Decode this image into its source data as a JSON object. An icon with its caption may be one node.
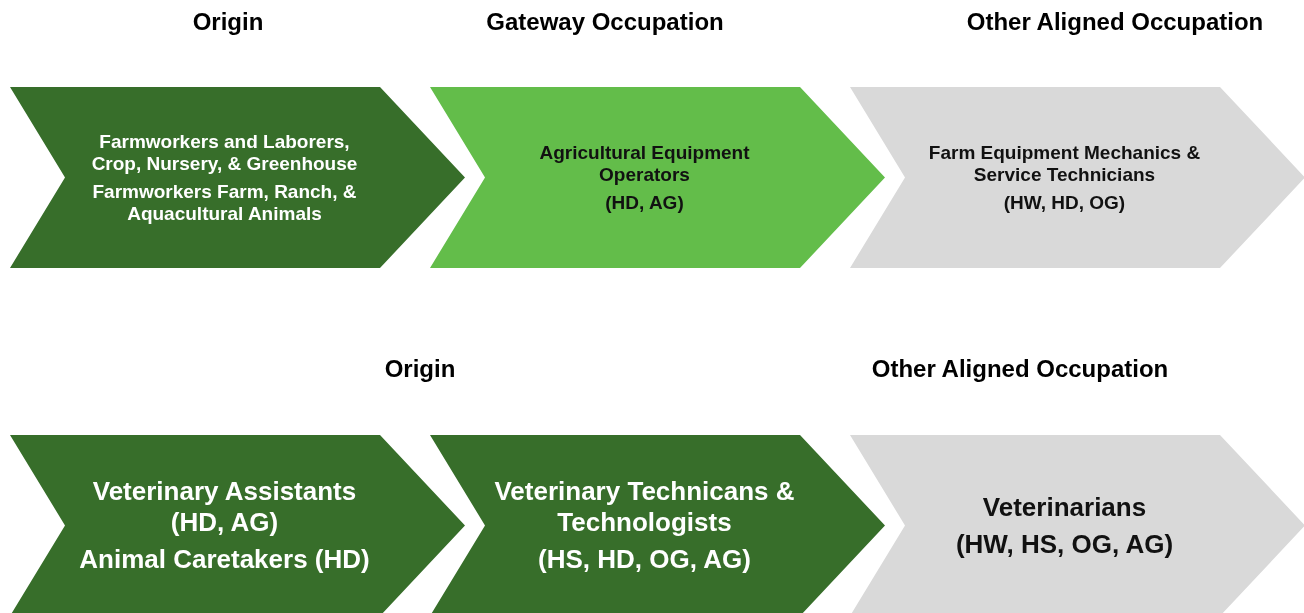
{
  "diagram": {
    "nodes": [
      {
        "text": [
          "Farmworkers and Laborers, Crop, Nursery, & Greenhouse",
          "Farmworkers Farm, Ranch, & Aquacultural Animals"
        ]
      },
      {
        "text": [
          "Agricultural Equipment Operators",
          "(HD, AG)"
        ]
      },
      {
        "text": [
          "Farm Equipment Mechanics & Service Technicians",
          "(HW, HD, OG)"
        ]
      },
      {
        "text": [
          "Veterinary Assistants (HD, AG)",
          "Animal Caretakers (HD)"
        ]
      },
      {
        "text": [
          "Veterinary Technicans & Technologists",
          "(HS, HD, OG, AG)"
        ]
      },
      {
        "text": [
          "Veterinarians",
          "(HW, HS, OG, AG)"
        ]
      }
    ],
    "labels": [
      "Origin",
      "Gateway Occupation",
      "Other Aligned Occupation",
      "Origin",
      "Other Aligned Occupation"
    ]
  }
}
